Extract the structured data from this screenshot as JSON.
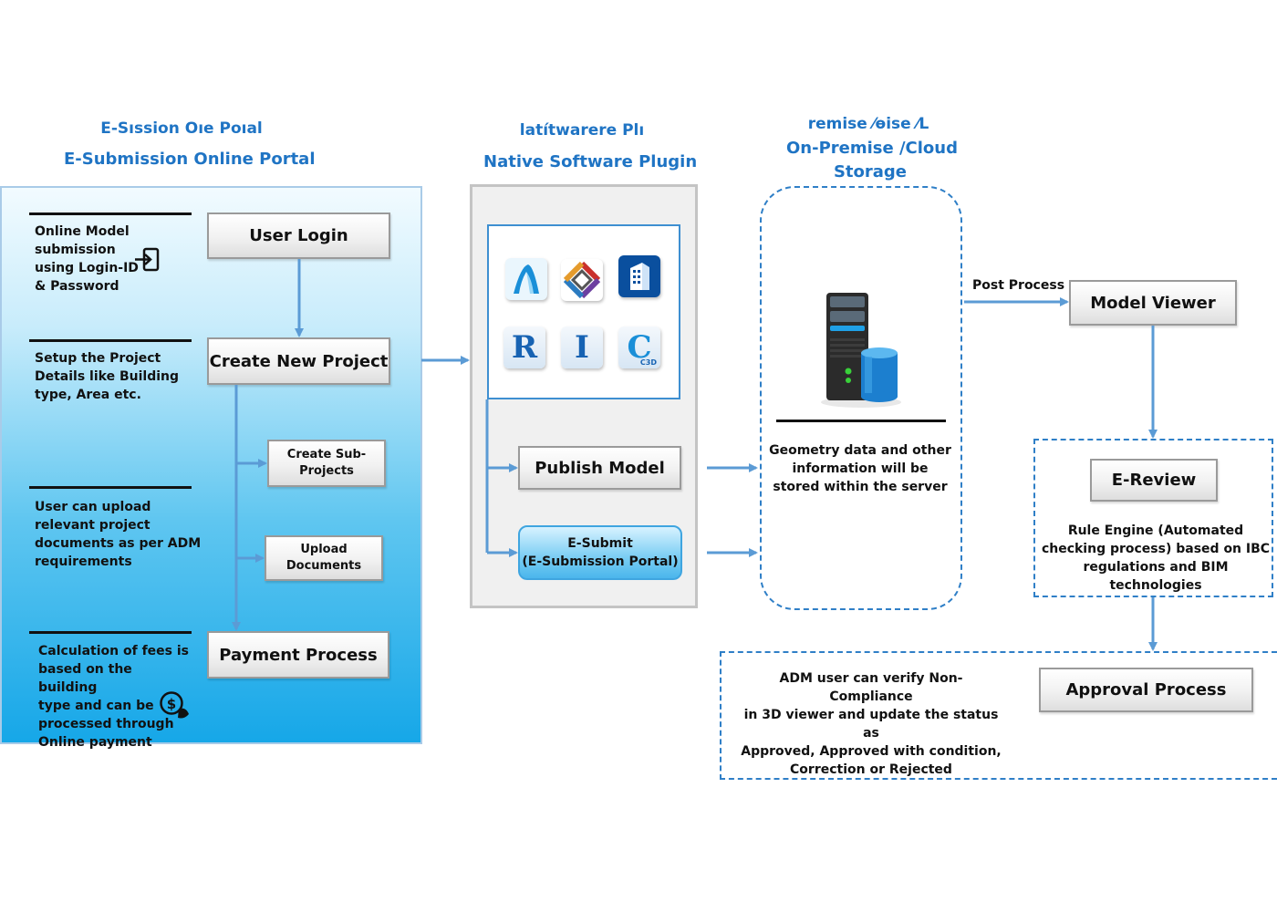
{
  "headings": {
    "portal_ghost": "E-Sıssion Oıe Poıal",
    "portal": "E-Submission Online Portal",
    "plugin_ghost": "latítwarere Plı",
    "plugin": "Native Software Plugin",
    "storage_ghost": "remise ⁄ѳise ⁄L",
    "storage_line1": "On-Premise /Cloud",
    "storage_line2": "Storage"
  },
  "portal": {
    "login_note": [
      "Online Model submission",
      "using Login-ID",
      "& Password"
    ],
    "project_note": [
      "Setup the Project",
      "Details like Building",
      "type, Area etc."
    ],
    "upload_note": [
      "User can upload",
      "relevant project",
      "documents as per ADM",
      "requirements"
    ],
    "fee_note": [
      "Calculation of fees is",
      "based on the building",
      "type and can be",
      "processed through",
      "Online payment"
    ],
    "user_login": "User Login",
    "create_new_project": "Create New Project",
    "create_sub_projects": [
      "Create Sub-",
      "Projects"
    ],
    "upload_documents": [
      "Upload",
      "Documents"
    ],
    "payment_process": "Payment Process"
  },
  "plugin": {
    "apps": [
      {
        "name": "archicad-icon",
        "glyph": "⋀",
        "color": "#1a8fd8"
      },
      {
        "name": "ifc-icon",
        "glyph": "◈",
        "color": "#c9302c"
      },
      {
        "name": "tekla-icon",
        "glyph": "▥",
        "color": "#0a4f9e"
      },
      {
        "name": "revit-icon",
        "glyph": "R",
        "color": "#1763b3"
      },
      {
        "name": "ifc-i-icon",
        "glyph": "I",
        "color": "#1763b3"
      },
      {
        "name": "civil3d-icon",
        "glyph": "C",
        "color": "#1a8fd8"
      }
    ],
    "civil_badge": "C3D",
    "publish_model": "Publish Model",
    "esubmit_line1": "E-Submit",
    "esubmit_line2": "(E-Submission Portal)"
  },
  "storage": {
    "description": [
      "Geometry data and other",
      "information will be",
      "stored within the server"
    ]
  },
  "flow": {
    "post_process": "Post Process",
    "model_viewer": "Model Viewer",
    "e_review": "E-Review",
    "rule_engine": [
      "Rule Engine (Automated",
      "checking process) based on IBC",
      "regulations and BIM technologies"
    ],
    "approval_note": [
      "ADM user can verify Non-Compliance",
      "in 3D viewer and update the status as",
      "Approved, Approved with condition,",
      "Correction or Rejected"
    ],
    "approval_process": "Approval Process"
  },
  "colors": {
    "accent": "#1f74c4",
    "arrow": "#5b9bd5",
    "dashed_border": "#2f7fc7"
  }
}
